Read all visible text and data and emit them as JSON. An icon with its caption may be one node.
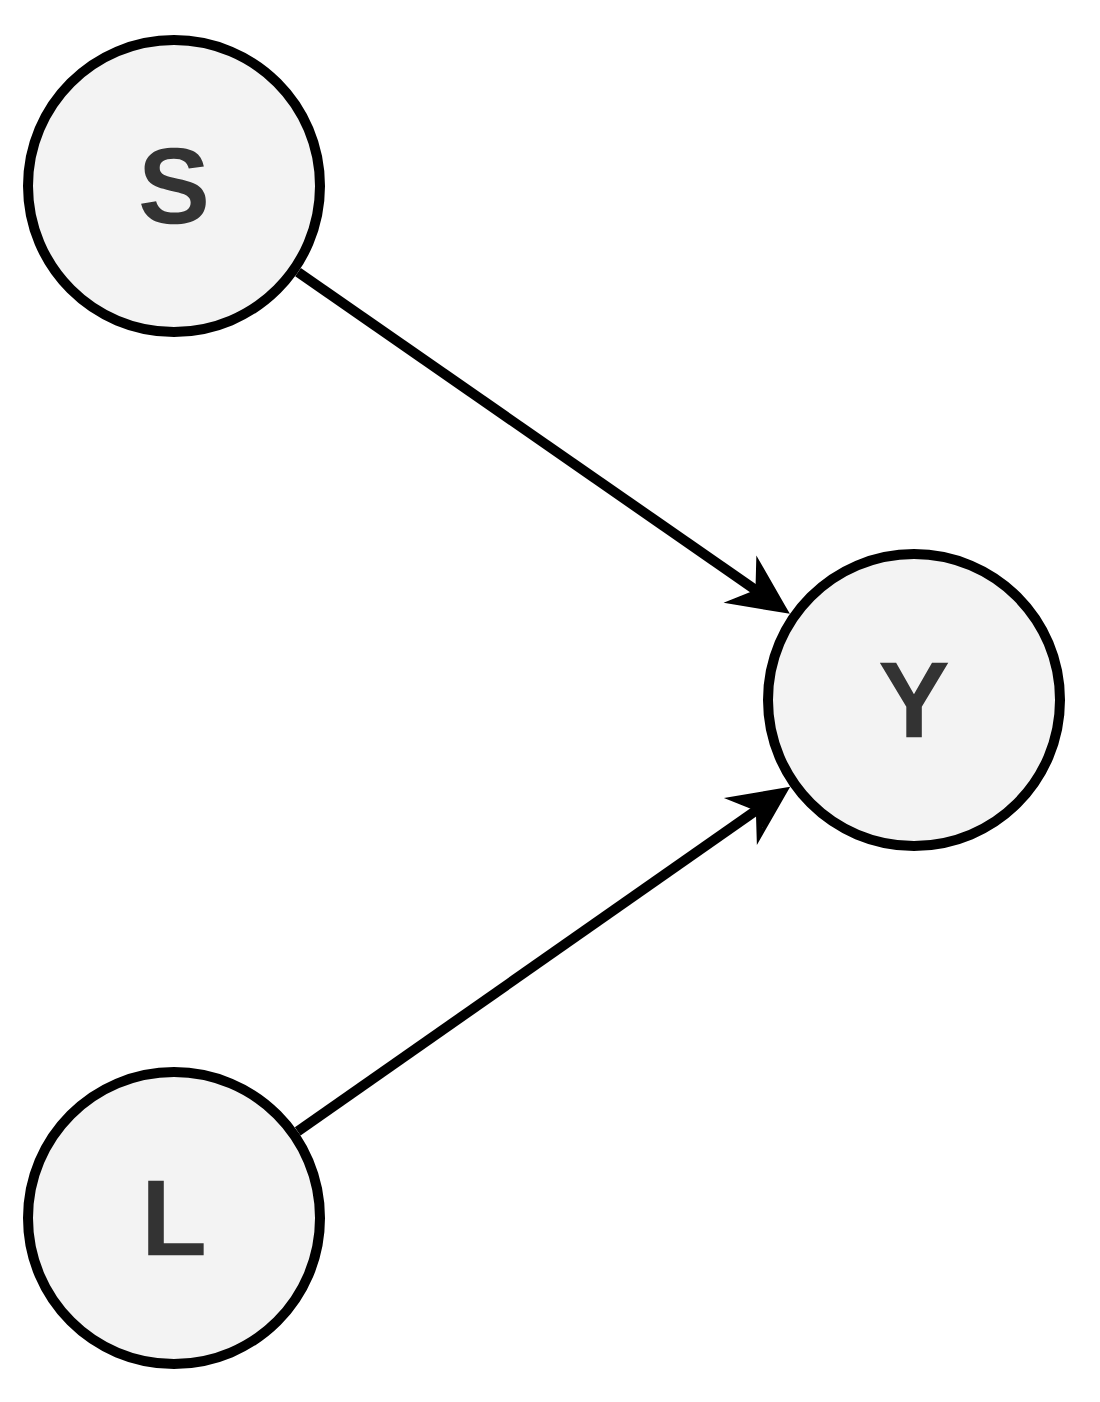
{
  "diagram": {
    "nodes": [
      {
        "text": [
          "S"
        ]
      },
      {
        "text": [
          "Y"
        ]
      },
      {
        "text": [
          "L"
        ]
      }
    ],
    "edges": [
      {
        "from": 0,
        "to": 1,
        "arrow": "to"
      },
      {
        "from": 2,
        "to": 1,
        "arrow": "to"
      }
    ]
  }
}
